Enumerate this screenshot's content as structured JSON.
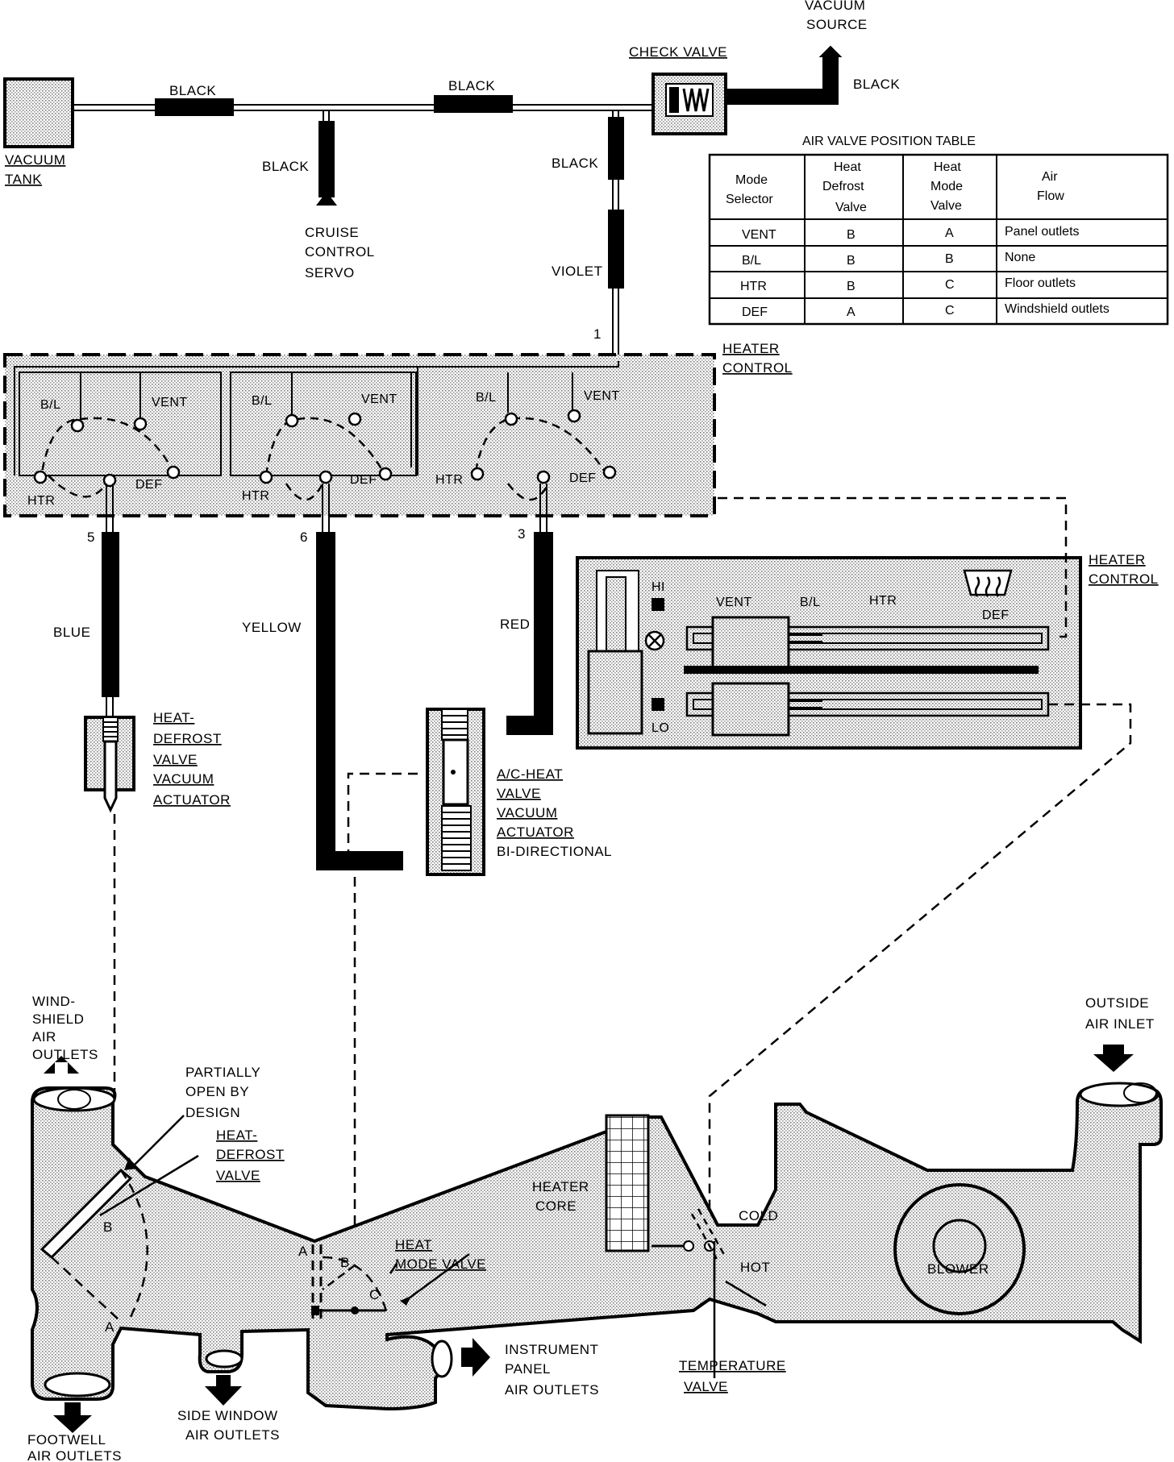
{
  "vacuum": {
    "source": [
      "VACUUM",
      "SOURCE"
    ],
    "tank": [
      "VACUUM",
      "TANK"
    ],
    "check_valve": "CHECK VALVE",
    "cruise": [
      "CRUISE",
      "CONTROL",
      "SERVO"
    ]
  },
  "hoses": {
    "black": "BLACK",
    "violet": "VIOLET",
    "blue": "BLUE",
    "yellow": "YELLOW",
    "red": "RED"
  },
  "ports": {
    "p1": "1",
    "p3": "3",
    "p5": "5",
    "p6": "6"
  },
  "heater_control": {
    "title": [
      "HEATER",
      "CONTROL"
    ],
    "positions": {
      "bl": "B/L",
      "vent": "VENT",
      "htr": "HTR",
      "def": "DEF"
    }
  },
  "control_panel": {
    "title": [
      "HEATER",
      "CONTROL"
    ],
    "hi": "HI",
    "lo": "LO",
    "vent": "VENT",
    "bl": "B/L",
    "htr": "HTR",
    "def": "DEF"
  },
  "table": {
    "title": "AIR VALVE POSITION TABLE",
    "headers": [
      [
        "Mode",
        "Selector"
      ],
      [
        "Heat",
        "Defrost",
        "Valve"
      ],
      [
        "Heat",
        "Mode",
        "Valve"
      ],
      [
        "Air",
        "Flow"
      ]
    ],
    "rows": [
      [
        "VENT",
        "B",
        "A",
        "Panel outlets"
      ],
      [
        "B/L",
        "B",
        "B",
        "None"
      ],
      [
        "HTR",
        "B",
        "C",
        "Floor outlets"
      ],
      [
        "DEF",
        "A",
        "C",
        "Windshield outlets"
      ]
    ]
  },
  "actuators": {
    "heat_defrost": [
      "HEAT-",
      "DEFROST",
      "VALVE",
      "VACUUM",
      "ACTUATOR"
    ],
    "ac_heat": [
      "A/C-HEAT",
      "VALVE",
      "VACUUM",
      "ACTUATOR",
      "BI-DIRECTIONAL"
    ]
  },
  "airbox": {
    "windshield": [
      "WIND-",
      "SHIELD",
      "AIR",
      "OUTLETS"
    ],
    "partially": [
      "PARTIALLY",
      "OPEN BY",
      "DESIGN"
    ],
    "hd_valve": [
      "HEAT-",
      "DEFROST",
      "VALVE"
    ],
    "heater_core": [
      "HEATER",
      "CORE"
    ],
    "heat_mode_valve": [
      "HEAT",
      "MODE VALVE"
    ],
    "cold": "COLD",
    "hot": "HOT",
    "blower": "BLOWER",
    "outside_air": [
      "OUTSIDE",
      "AIR INLET"
    ],
    "instrument_panel": [
      "INSTRUMENT",
      "PANEL",
      "AIR OUTLETS"
    ],
    "side_window": [
      "SIDE WINDOW",
      "AIR OUTLETS"
    ],
    "footwell": [
      "FOOTWELL",
      "AIR OUTLETS"
    ],
    "temperature_valve": [
      "TEMPERATURE",
      "VALVE"
    ],
    "letter_a": "A",
    "letter_b": "B",
    "letter_c": "C"
  }
}
